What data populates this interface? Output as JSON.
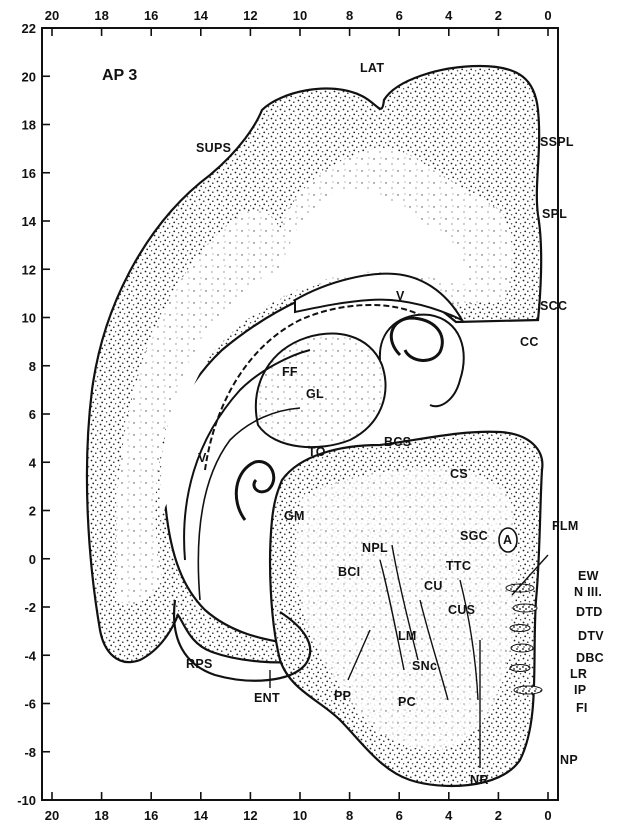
{
  "panel_label": "AP 3",
  "axes": {
    "x_ticks": [
      "20",
      "18",
      "16",
      "14",
      "12",
      "10",
      "8",
      "6",
      "4",
      "2",
      "0"
    ],
    "y_ticks": [
      "22",
      "20",
      "18",
      "16",
      "14",
      "12",
      "10",
      "8",
      "6",
      "4",
      "2",
      "0",
      "-2",
      "-4",
      "-6",
      "-8",
      "-10"
    ]
  },
  "labels": {
    "lat": "LAT",
    "sups": "SUPS",
    "sspl": "SSPL",
    "spl": "SPL",
    "scc": "SCC",
    "cc": "CC",
    "v_upper": "V",
    "ff": "FF",
    "gl": "GL",
    "to": "TO",
    "bcs": "BCS",
    "v_left": "V",
    "cs": "CS",
    "sgc": "SGC",
    "a": "A",
    "flm": "FLM",
    "gm": "GM",
    "npl": "NPL",
    "ttc": "TTC",
    "bci": "BCI",
    "cu": "CU",
    "cus": "CUS",
    "ew": "EW",
    "nm": "N III.",
    "dtd": "DTD",
    "dtv": "DTV",
    "dbc": "DBC",
    "lr": "LR",
    "ip": "IP",
    "fi": "FI",
    "lm": "LM",
    "sn": "SNc",
    "pc": "PC",
    "np": "NP",
    "nr": "NR",
    "rps": "RPS",
    "ent": "ENT",
    "pp": "PP"
  }
}
